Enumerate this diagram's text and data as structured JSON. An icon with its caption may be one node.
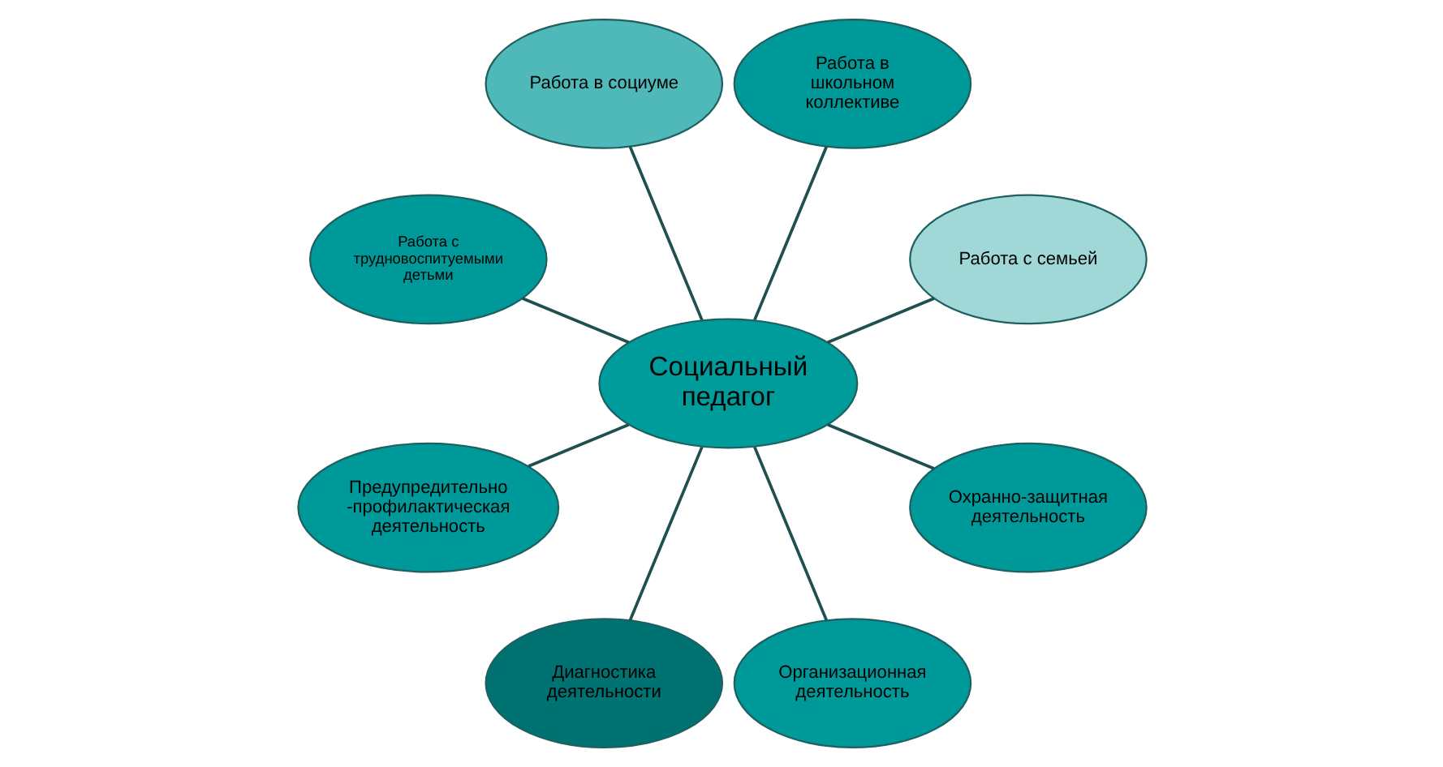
{
  "diagram": {
    "nodes": [
      {
        "text": [
          "Работа с семьей"
        ]
      },
      {
        "text": [
          "Работа в школьном коллективе"
        ]
      },
      {
        "text": [
          "Работа в социуме"
        ]
      },
      {
        "text": [
          "Работа с трудновоспитуемыми детьми"
        ]
      },
      {
        "text": [
          "Социальный педагог"
        ]
      },
      {
        "text": [
          "Предупредительно -профилактическая деятельность"
        ]
      },
      {
        "text": [
          "Диагностика деятельности"
        ]
      },
      {
        "text": [
          "Организационная деятельность"
        ]
      },
      {
        "text": [
          "Охранно-защитная деятельность"
        ]
      }
    ],
    "edges": [
      {
        "from": 4,
        "to": 0,
        "arrow": "none"
      },
      {
        "from": 4,
        "to": 1,
        "arrow": "none"
      },
      {
        "from": 4,
        "to": 2,
        "arrow": "none"
      },
      {
        "from": 4,
        "to": 3,
        "arrow": "none"
      },
      {
        "from": 4,
        "to": 5,
        "arrow": "none"
      },
      {
        "from": 4,
        "to": 6,
        "arrow": "none"
      },
      {
        "from": 4,
        "to": 7,
        "arrow": "none"
      },
      {
        "from": 4,
        "to": 8,
        "arrow": "none"
      }
    ]
  }
}
